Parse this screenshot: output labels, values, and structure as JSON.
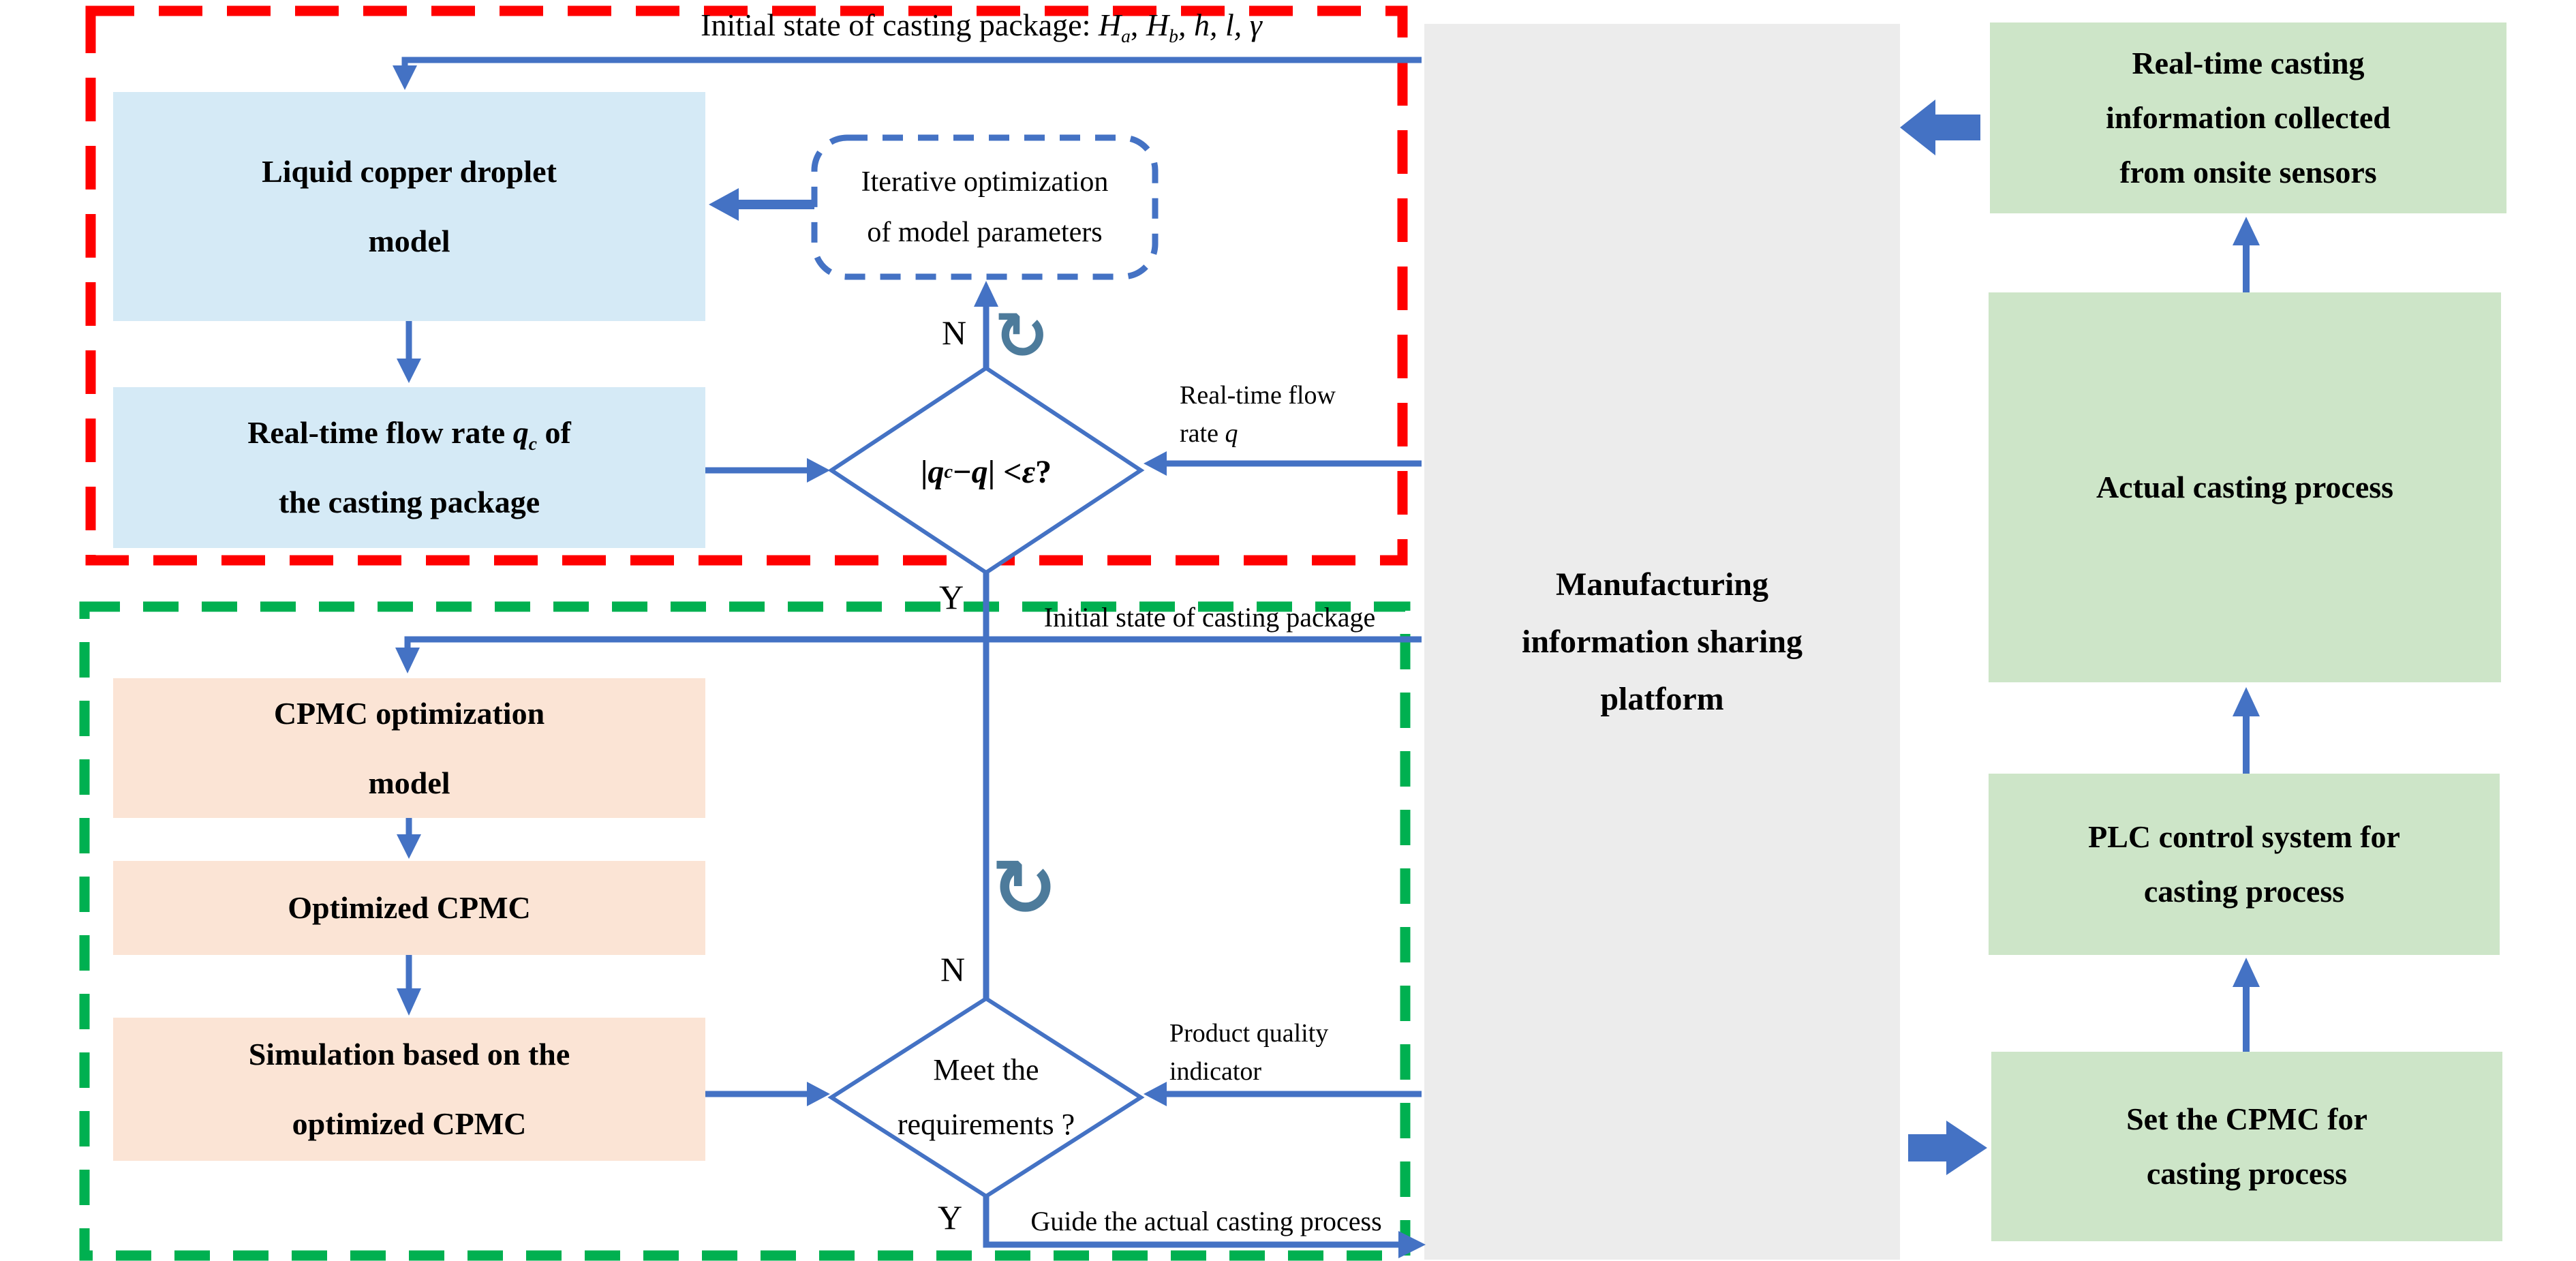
{
  "colors": {
    "flow_blue": "#4472C4",
    "loop_red": "#FF0000",
    "loop_green": "#00B050",
    "box_blue": "#D5EAF6",
    "box_orange": "#FBE4D5",
    "box_green": "#CDE5C8",
    "box_gray": "#ECECEC",
    "refresh_icon": "#4D7B9B"
  },
  "icons": {
    "refresh": "↻"
  },
  "top_banner": {
    "prefix": "Initial state of casting package: ",
    "var_a": "H",
    "sub_a": "a",
    "sep_ab": ", ",
    "var_b": "H",
    "sub_b": "b",
    "tail": ", h, l, γ"
  },
  "model_loop": {
    "liquid_box": {
      "line1": "Liquid copper droplet",
      "line2": "model"
    },
    "flow_box": {
      "line1_pre": "Real-time flow rate ",
      "line1_var": "q",
      "line1_sub": "c",
      "line1_post": " of",
      "line2": "the casting package"
    },
    "iterative_box": {
      "line1": "Iterative optimization",
      "line2": "of model parameters"
    },
    "decision": {
      "open": "|",
      "var1": "q",
      "sub1": "c",
      "minus": " − ",
      "var2": "q",
      "close": "| < ",
      "eps": "ε",
      "qmark": "?"
    },
    "n": "N",
    "y": "Y",
    "flow_rate_label": {
      "line1": "Real-time flow",
      "line2_pre": "rate ",
      "line2_var": "q"
    }
  },
  "cpmc_loop": {
    "initial_state_label": "Initial state of casting package",
    "cpmc_box": {
      "line1": "CPMC optimization",
      "line2": "model"
    },
    "optimized_box": {
      "line1": "Optimized CPMC"
    },
    "simulation_box": {
      "line1": "Simulation based on the",
      "line2": "optimized CPMC"
    },
    "decision": {
      "line1": "Meet the",
      "line2": "requirements ?"
    },
    "n": "N",
    "y": "Y",
    "quality_label": {
      "line1": "Product quality",
      "line2": "indicator"
    },
    "guide_label": "Guide the actual casting process"
  },
  "platform_box": {
    "line1": "Manufacturing",
    "line2": "information sharing",
    "line3": "platform"
  },
  "process_chain": {
    "sensors_box": {
      "line1": "Real-time casting",
      "line2": "information collected",
      "line3": "from onsite sensors"
    },
    "actual_box": {
      "line1": "Actual casting process"
    },
    "plc_box": {
      "line1": "PLC control system for",
      "line2": "casting process"
    },
    "set_box": {
      "line1": "Set the CPMC for",
      "line2": "casting process"
    }
  }
}
